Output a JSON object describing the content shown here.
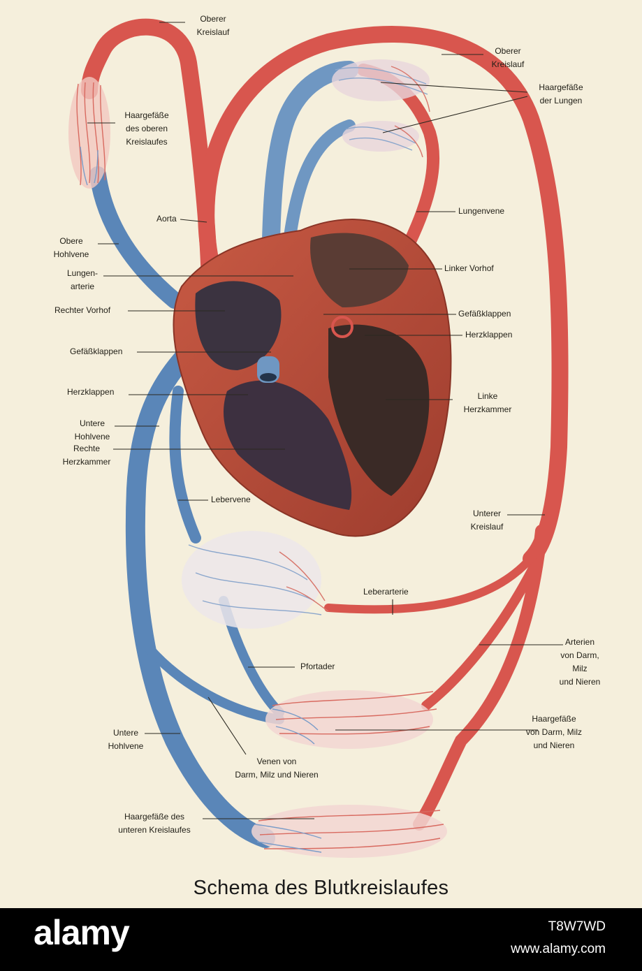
{
  "title": "Schema des Blutkreislaufes",
  "colors": {
    "artery": "#d8564e",
    "vein": "#5a86b8",
    "heart": "#b24a3a",
    "paper": "#f5efdc"
  },
  "labels": {
    "oberer_kreislauf_top": "Oberer\nKreislauf",
    "oberer_kreislauf_right": "Oberer\nKreislauf",
    "haargefaesse_lungen": "Haargefäße\nder Lungen",
    "haargefaesse_oberen": "Haargefäße\ndes oberen\nKreislaufes",
    "lungenvene": "Lungenvene",
    "aorta": "Aorta",
    "obere_hohlvene": "Obere\nHohlvene",
    "linker_vorhof": "Linker Vorhof",
    "lungenarterie": "Lungen-\narterie",
    "rechter_vorhof": "Rechter Vorhof",
    "gefaessklappen_right": "Gefäßklappen",
    "herzklappen_right": "Herzklappen",
    "gefaessklappen_left": "Gefäßklappen",
    "herzklappen_left": "Herzklappen",
    "linke_herzkammer": "Linke\nHerzkammer",
    "untere_hohlvene_top": "Untere\nHohlvene",
    "rechte_herzkammer": "Rechte\nHerzkammer",
    "lebervene": "Lebervene",
    "unterer_kreislauf": "Unterer\nKreislauf",
    "leberarterie": "Leberarterie",
    "arterien_darm": "Arterien\nvon Darm,\nMilz\nund Nieren",
    "pfortader": "Pfortader",
    "haargefaesse_darm": "Haargefäße\nvon Darm, Milz\nund Nieren",
    "untere_hohlvene_bottom": "Untere\nHohlvene",
    "venen_darm": "Venen von\nDarm, Milz und Nieren",
    "haargefaesse_unteren": "Haargefäße des\nunteren Kreislaufes"
  },
  "footer": {
    "logo": "alamy",
    "image_id": "T8W7WD",
    "url": "www.alamy.com"
  }
}
